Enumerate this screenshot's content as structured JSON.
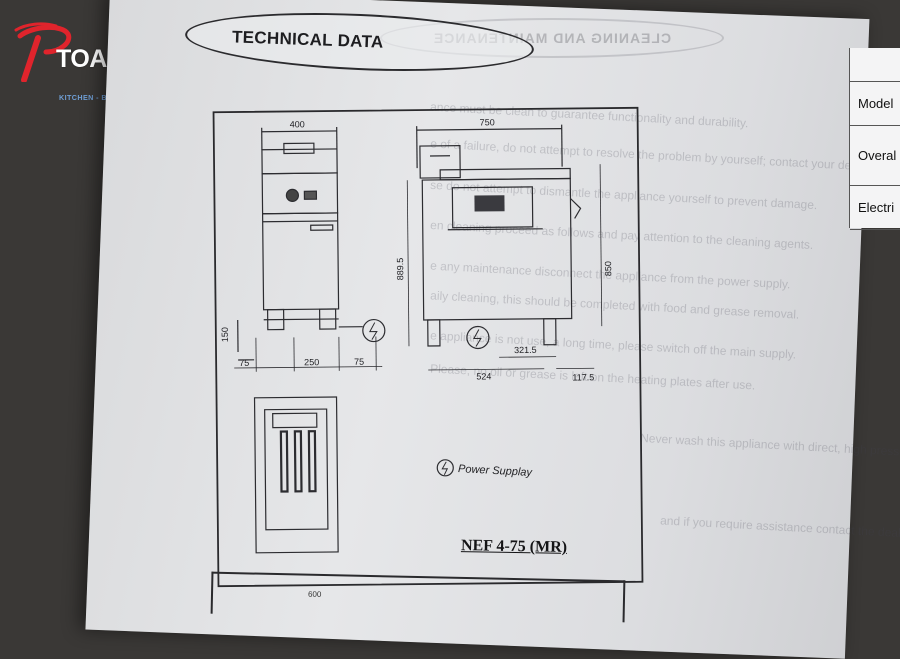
{
  "logo": {
    "name": "TOAN PHAT",
    "tagline": "KITCHEN - BAR - LPG EQUIPMENT",
    "mark_color": "#e0242c",
    "tagline_color": "#6f9fd6"
  },
  "document": {
    "section_title": "TECHNICAL DATA",
    "model_name": "NEF 4-75 (MR)",
    "power_legend": "Power Supplay",
    "dimensions": {
      "front_width": "400",
      "depth": "750",
      "left_margin": "75",
      "feet_spacing": "250",
      "right_margin": "75",
      "leg_height": "150",
      "total_height": "889.5",
      "worktop_height": "850",
      "offset_a": "321.5",
      "offset_b": "524",
      "offset_c": "117.5"
    },
    "bottom_box_dim": "600"
  },
  "side_table": {
    "rows": [
      "",
      "Model",
      "Overal",
      "Electri"
    ]
  }
}
